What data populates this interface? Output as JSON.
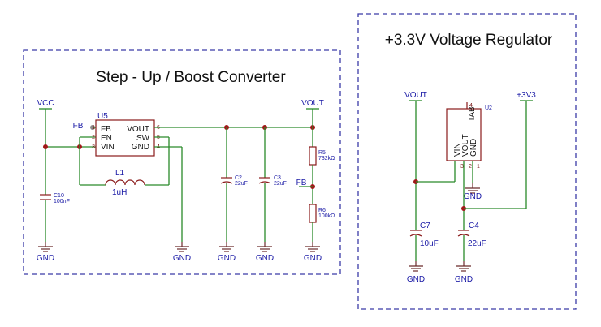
{
  "colors": {
    "wire": "#2a8a2a",
    "component": "#8a1a1a",
    "label": "#1a1aa6",
    "frame": "#3b3ba8",
    "junction": "#a01818"
  },
  "boost": {
    "title": "Step - Up / Boost Converter",
    "vcc": "VCC",
    "vout": "VOUT",
    "fb_left": "FB",
    "fb_right": "FB",
    "u5": {
      "ref": "U5",
      "pin_fb": "FB",
      "pin_en": "EN",
      "pin_vin": "VIN",
      "pin_vout": "VOUT",
      "pin_sw": "SW",
      "pin_gnd": "GND",
      "n1": "1",
      "n2": "2",
      "n3": "3",
      "n4": "4",
      "n5": "5",
      "n6": "6"
    },
    "l1": {
      "ref": "L1",
      "value": "1uH"
    },
    "c10": {
      "ref": "C10",
      "value": "100nF"
    },
    "c2": {
      "ref": "C2",
      "value": "22uF"
    },
    "c3": {
      "ref": "C3",
      "value": "22uF"
    },
    "r5": {
      "ref": "R5",
      "value": "732kΩ"
    },
    "r6": {
      "ref": "R6",
      "value": "100kΩ"
    },
    "gnd1": "GND",
    "gnd2": "GND",
    "gnd3": "GND",
    "gnd4": "GND",
    "gnd5": "GND"
  },
  "reg": {
    "title": "+3.3V Voltage Regulator",
    "vout": "VOUT",
    "out_net": "+3V3",
    "u2": {
      "ref": "U2",
      "pin_vin": "VIN",
      "pin_vout": "VOUT",
      "pin_gnd": "GND",
      "pin_tab": "TAB",
      "n1": "1",
      "n2": "2",
      "n3": "3",
      "n4": "4"
    },
    "c7": {
      "ref": "C7",
      "value": "10uF"
    },
    "c4": {
      "ref": "C4",
      "value": "22uF"
    },
    "gnd1": "GND",
    "gnd2": "GND",
    "gnd3": "GND"
  }
}
